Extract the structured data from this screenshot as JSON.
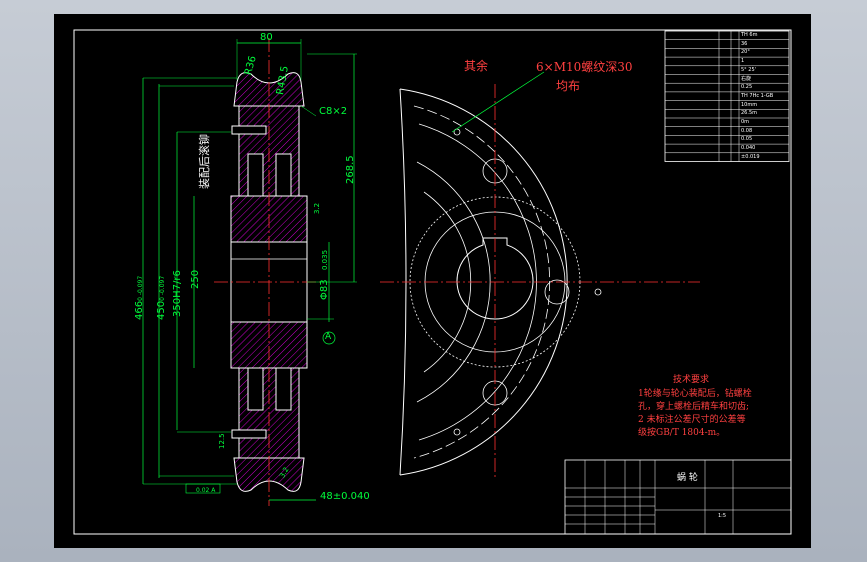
{
  "colors": {
    "background": "#000000",
    "frame": "#ffffff",
    "dimension": "#00ff3c",
    "annotation": "#ff4040",
    "centerline": "#ff3030",
    "hatch": "#ff00ff",
    "outline": "#ffffff"
  },
  "section_view": {
    "dims": {
      "width": "80",
      "r1": "R36",
      "r2": "R43.5",
      "chamfer": "C8×2",
      "d_outer": "466",
      "d_outer_tol": "0 -0.097",
      "d_flange": "450",
      "d_flange_tol": "0 -0.097",
      "bore_fit": "350H7/r6",
      "hub": "250",
      "radius": "268.5",
      "shaft": "Φ83",
      "shaft_tol": "0.035",
      "key_width": "48±0.040",
      "datum": "A",
      "rough1": "3.2",
      "rough2": "12.5",
      "rough3": "3.2",
      "rough_box": "0.02 A"
    },
    "note": "装配后滚铆"
  },
  "front_view": {
    "other_rough": "其余",
    "holes_note": "6×M10螺纹深30",
    "holes_note2": "均布"
  },
  "tech_requirements": {
    "title": "技术要求",
    "lines": [
      "1轮缘与轮心装配后，钻螺栓",
      "孔，穿上螺栓后精车和切齿;",
      "2 未标注公差尺寸的公差等",
      "级按GB/T 1804-m。"
    ]
  },
  "param_table": {
    "rows": [
      [
        "",
        "",
        "",
        "TH 6m"
      ],
      [
        "",
        "",
        "",
        "36"
      ],
      [
        "",
        "",
        "",
        "20°"
      ],
      [
        "",
        "",
        "",
        "1"
      ],
      [
        "",
        "",
        "",
        "5° 25'"
      ],
      [
        "",
        "",
        "",
        "右旋"
      ],
      [
        "",
        "",
        "",
        "0.25"
      ],
      [
        "",
        "",
        "",
        "TH 7Hc 1-GB"
      ],
      [
        "",
        "",
        "",
        "10mm"
      ],
      [
        "",
        "",
        "",
        "26.5m"
      ],
      [
        "",
        "",
        "",
        "0m"
      ],
      [
        "",
        "",
        "",
        "0.08"
      ],
      [
        "",
        "",
        "",
        "0.05"
      ],
      [
        "",
        "",
        "",
        "0.040"
      ],
      [
        "",
        "",
        "",
        "±0.019"
      ]
    ]
  },
  "title_block": {
    "part_name": "蜗 轮",
    "scale": "1:5"
  }
}
